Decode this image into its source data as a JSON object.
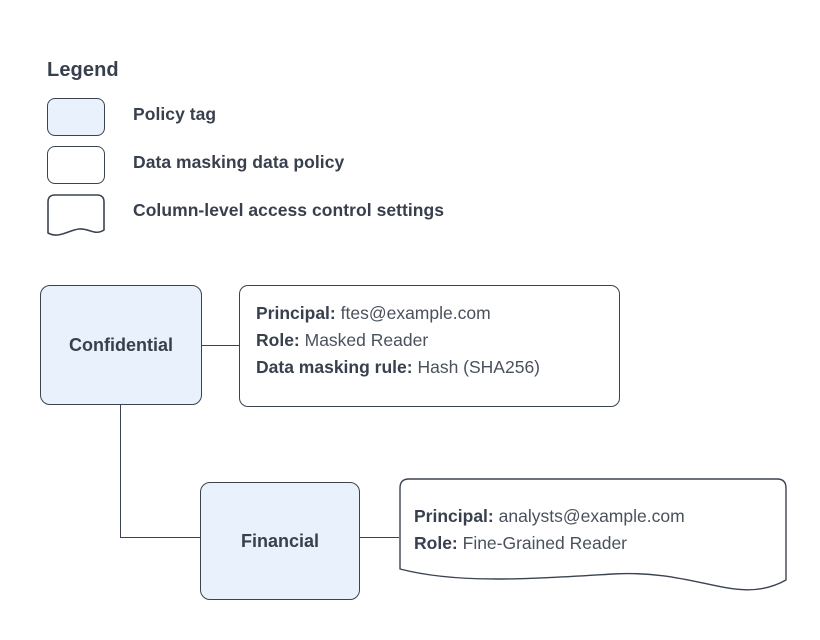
{
  "legend": {
    "title": "Legend",
    "items": [
      {
        "shape": "policy-tag-swatch",
        "label": "Policy tag"
      },
      {
        "shape": "data-policy-swatch",
        "label": "Data masking data policy"
      },
      {
        "shape": "access-control-swatch",
        "label": "Column-level access control settings"
      }
    ]
  },
  "diagram": {
    "nodes": [
      {
        "id": "confidential",
        "label": "Confidential",
        "type": "policy-tag"
      },
      {
        "id": "financial",
        "label": "Financial",
        "type": "policy-tag"
      }
    ],
    "confidential_policy": {
      "type": "data-masking-data-policy",
      "rows": [
        {
          "key": "Principal:",
          "value": "ftes@example.com"
        },
        {
          "key": "Role:",
          "value": "Masked Reader"
        },
        {
          "key": "Data masking rule:",
          "value": "Hash (SHA256)"
        }
      ]
    },
    "financial_policy": {
      "type": "column-level-access-control-settings",
      "rows": [
        {
          "key": "Principal:",
          "value": "analysts@example.com"
        },
        {
          "key": "Role:",
          "value": "Fine-Grained Reader"
        }
      ]
    }
  },
  "colors": {
    "tag_fill": "#e9f1fd",
    "stroke": "#3b4351",
    "text": "#39404d",
    "value_text": "#4a515c",
    "background": "#ffffff"
  }
}
